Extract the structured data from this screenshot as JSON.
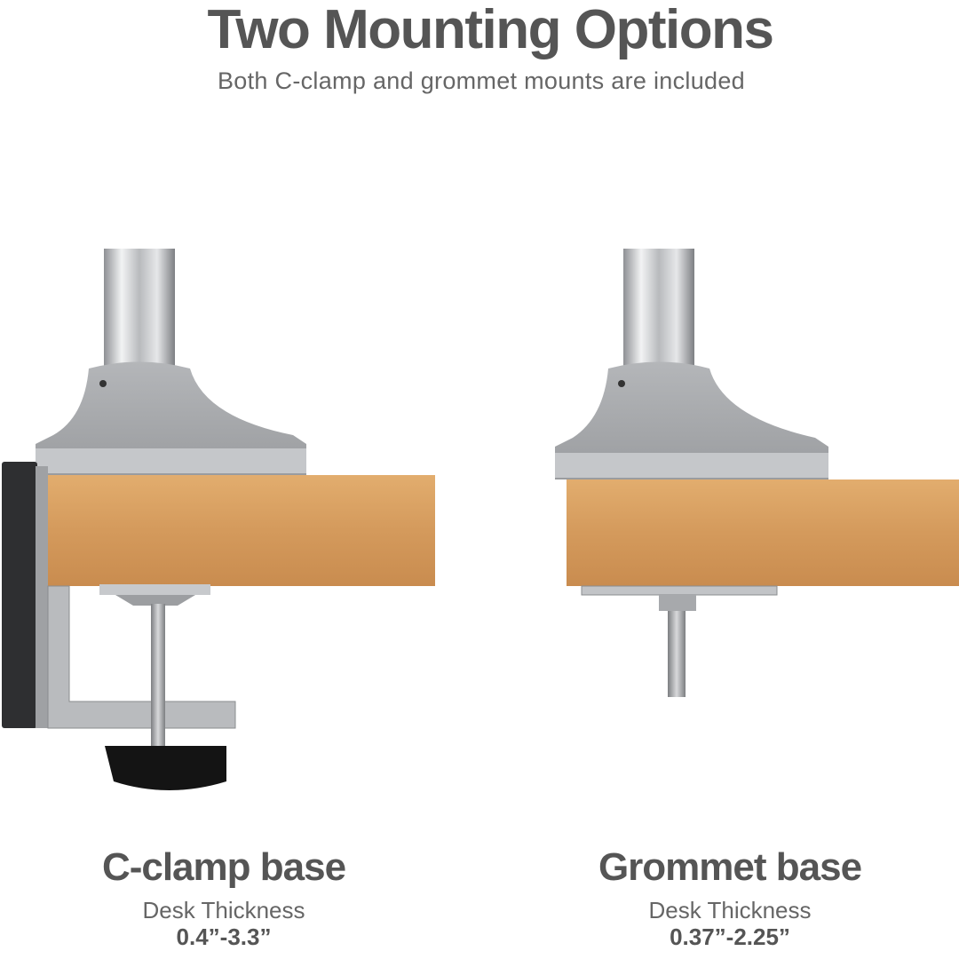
{
  "header": {
    "title": "Two Mounting Options",
    "subtitle": "Both C-clamp and grommet mounts are included"
  },
  "options": [
    {
      "name": "C-clamp base",
      "caption": "Desk Thickness",
      "range": "0.4”-3.3”"
    },
    {
      "name": "Grommet base",
      "caption": "Desk Thickness",
      "range": "0.37”-2.25”"
    }
  ],
  "colors": {
    "text": "#555555",
    "wood": "#d49a5c",
    "metal": "#a9abae"
  }
}
